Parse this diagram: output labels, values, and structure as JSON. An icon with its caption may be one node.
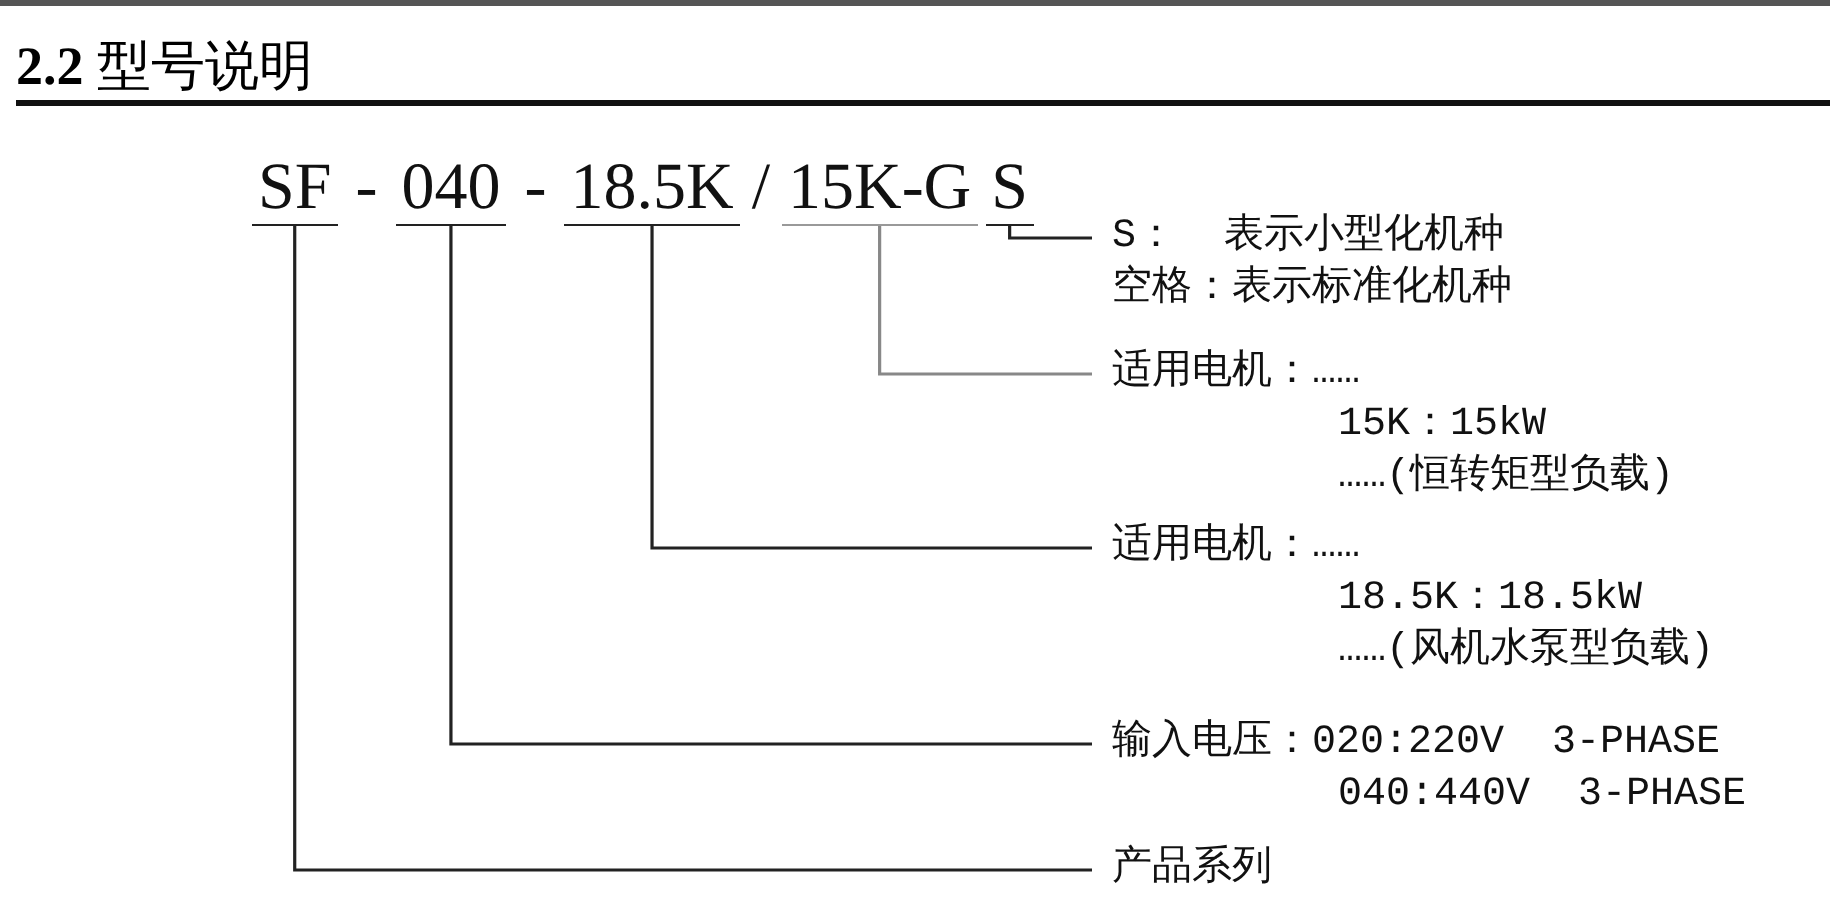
{
  "diagram": {
    "title": "**2.2** 型号说明",
    "nodes": [
      {
        "text": [
          "SF"
        ]
      },
      {
        "text": [
          "040"
        ]
      },
      {
        "text": [
          "18.5K"
        ]
      },
      {
        "text": [
          "15K-G"
        ]
      },
      {
        "text": [
          "S"
        ]
      },
      {
        "text": [
          "S：  表示小型化机种",
          "空格：表示标准化机种"
        ]
      },
      {
        "text": [
          "适用电机：……",
          "15K：15kW",
          "……(恒转矩型负载)"
        ]
      },
      {
        "text": [
          "适用电机：……",
          "18.5K：18.5kW",
          "……(风机水泵型负载)"
        ]
      },
      {
        "text": [
          "输入电压：020:220V  3-PHASE",
          "040:440V  3-PHASE"
        ]
      },
      {
        "text": [
          "产品系列"
        ]
      }
    ],
    "edges": [
      {
        "from": 4,
        "to": 5,
        "arrow": "none"
      },
      {
        "from": 3,
        "to": 6,
        "arrow": "none",
        "color": "#888888"
      },
      {
        "from": 2,
        "to": 7,
        "arrow": "none"
      },
      {
        "from": 1,
        "to": 8,
        "arrow": "none"
      },
      {
        "from": 0,
        "to": 9,
        "arrow": "none"
      }
    ],
    "labels": [
      "-",
      "-",
      "/"
    ]
  }
}
